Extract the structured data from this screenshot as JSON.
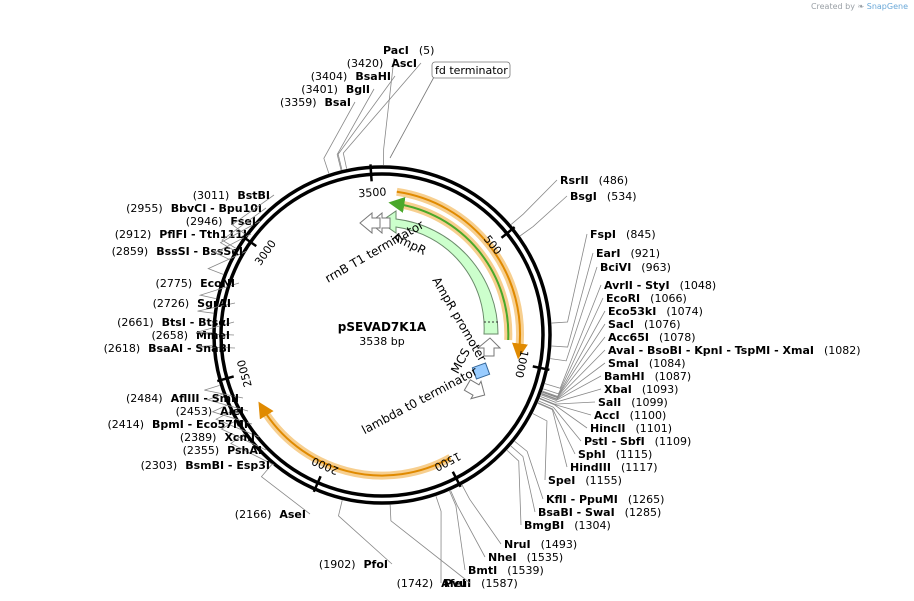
{
  "watermark": {
    "prefix": "Created by",
    "brand": "SnapGene"
  },
  "plasmid": {
    "name": "pSEVAD7K1A",
    "size_label": "3538 bp",
    "length": 3538
  },
  "ticks": [
    {
      "bp": 500,
      "label": "500"
    },
    {
      "bp": 1000,
      "label": "1000"
    },
    {
      "bp": 1500,
      "label": "1500"
    },
    {
      "bp": 2000,
      "label": "2000"
    },
    {
      "bp": 2500,
      "label": "2500"
    },
    {
      "bp": 3000,
      "label": "3000"
    },
    {
      "bp": 3500,
      "label": "3500"
    }
  ],
  "features": [
    {
      "name": "AmpR",
      "type": "cds",
      "color": "#ccffcc",
      "stroke": "#6a8a6a"
    },
    {
      "name": "AmpR promoter",
      "type": "promoter",
      "color": "#ccffcc",
      "stroke": "#6a8a6a"
    },
    {
      "name": "rrnB T1 terminator",
      "type": "terminator",
      "color": "#ffffff",
      "stroke": "#777777"
    },
    {
      "name": "MCS",
      "type": "misc",
      "color": "#99ccff",
      "stroke": "#336699"
    },
    {
      "name": "lambda t0 terminator",
      "type": "terminator",
      "color": "#ffffff",
      "stroke": "#777777"
    },
    {
      "name": "fd terminator",
      "type": "callout",
      "color": "#ffffff",
      "stroke": "#777777"
    }
  ],
  "orfs": [
    {
      "color": "#e08a00",
      "glow": "#f7cf8f"
    },
    {
      "color": "#4aa82a",
      "glow": "#f7cf8f"
    },
    {
      "color": "#e08a00",
      "glow": "#f7cf8f"
    }
  ],
  "sites": [
    {
      "text": "PacI",
      "pos": "(5)"
    },
    {
      "text": "RsrII",
      "pos": "(486)"
    },
    {
      "text": "BsgI",
      "pos": "(534)"
    },
    {
      "text": "FspI",
      "pos": "(845)"
    },
    {
      "text": "EarI",
      "pos": "(921)"
    },
    {
      "text": "BciVI",
      "pos": "(963)"
    },
    {
      "text": "AvrII   - StyI",
      "pos": "(1048)"
    },
    {
      "text": "EcoRI",
      "pos": "(1066)"
    },
    {
      "text": "Eco53kI",
      "pos": "(1074)"
    },
    {
      "text": "SacI",
      "pos": "(1076)"
    },
    {
      "text": "Acc65I",
      "pos": "(1078)"
    },
    {
      "text": "AvaI   - BsoBI   - KpnI   - TspMI   - XmaI",
      "pos": "(1082)"
    },
    {
      "text": "SmaI",
      "pos": "(1084)"
    },
    {
      "text": "BamHI",
      "pos": "(1087)"
    },
    {
      "text": "XbaI",
      "pos": "(1093)"
    },
    {
      "text": "SalI",
      "pos": "(1099)"
    },
    {
      "text": "AccI",
      "pos": "(1100)"
    },
    {
      "text": "HincII",
      "pos": "(1101)"
    },
    {
      "text": "PstI   - SbfI",
      "pos": "(1109)"
    },
    {
      "text": "SphI",
      "pos": "(1115)"
    },
    {
      "text": "HindIII",
      "pos": "(1117)"
    },
    {
      "text": "SpeI",
      "pos": "(1155)"
    },
    {
      "text": "KflI   - PpuMI",
      "pos": "(1265)"
    },
    {
      "text": "BsaBI   - SwaI",
      "pos": "(1285)"
    },
    {
      "text": "BmgBI",
      "pos": "(1304)"
    },
    {
      "text": "NruI",
      "pos": "(1493)"
    },
    {
      "text": "NheI",
      "pos": "(1535)"
    },
    {
      "text": "BmtI",
      "pos": "(1539)"
    },
    {
      "text": "PvuI",
      "pos": "(1587)"
    },
    {
      "text": "AfeI",
      "pos": "(1742)"
    },
    {
      "text": "PfoI",
      "pos": "(1902)"
    },
    {
      "text": "AseI",
      "pos": "(2166)"
    },
    {
      "text": "BsmBI   - Esp3I",
      "pos": "(2303)"
    },
    {
      "text": "PshAI",
      "pos": "(2355)"
    },
    {
      "text": "XcmI",
      "pos": "(2389)"
    },
    {
      "text": "BpmI   - Eco57MI",
      "pos": "(2414)"
    },
    {
      "text": "AleI",
      "pos": "(2453)"
    },
    {
      "text": "AflIII   - SmlI",
      "pos": "(2484)"
    },
    {
      "text": "BsaAI   - SnaBI",
      "pos": "(2618)"
    },
    {
      "text": "MmeI",
      "pos": "(2658)"
    },
    {
      "text": "BtsI   - BtsαI",
      "pos": "(2661)"
    },
    {
      "text": "SgrAI",
      "pos": "(2726)"
    },
    {
      "text": "EcoNI",
      "pos": "(2775)"
    },
    {
      "text": "BssSI   - BssSαI",
      "pos": "(2859)"
    },
    {
      "text": "PflFI   - Tth111I",
      "pos": "(2912)"
    },
    {
      "text": "FseI",
      "pos": "(2946)"
    },
    {
      "text": "BbvCI   - Bpu10I",
      "pos": "(2955)"
    },
    {
      "text": "BstBI",
      "pos": "(3011)"
    },
    {
      "text": "BsaI",
      "pos": "(3359)"
    },
    {
      "text": "BglI",
      "pos": "(3401)"
    },
    {
      "text": "BsaHI",
      "pos": "(3404)"
    },
    {
      "text": "AscI",
      "pos": "(3420)"
    }
  ]
}
